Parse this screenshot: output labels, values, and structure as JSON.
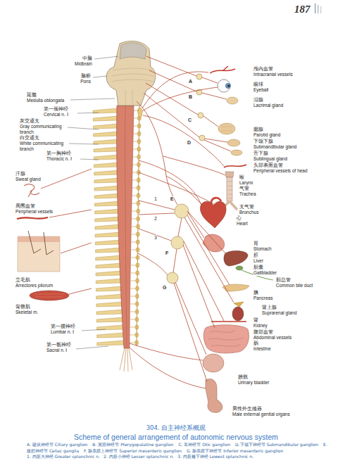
{
  "diagram": {
    "caption": "304. 自主神经系概观",
    "labels": [
      "187",
      "中脑",
      "Midbrain",
      "脑桥",
      "Pons",
      "延髓",
      "Medulla oblongata",
      "第一颈神经",
      "Cervical n. Ⅰ",
      "灰交通支",
      "Gray communicating branch",
      "白交通支",
      "White communicating branch",
      "第一胸神经",
      "Thoracic n. Ⅰ",
      "汗腺",
      "Sweat gland",
      "周围血管",
      "Peripheral vessels",
      "立毛肌",
      "Arrectores pilorum",
      "骨骼肌",
      "Skeletal m.",
      "第一腰神经",
      "Lumbar n. Ⅰ",
      "第一骶神经",
      "Sacral n. Ⅰ",
      "颅内血管",
      "Intracranial vessels",
      "眼球",
      "Eyeball",
      "泪腺",
      "Lacrimal gland",
      "腮腺",
      "Parotid gland",
      "下颌下腺",
      "Submandibular gland",
      "舌下腺",
      "Sublingual gland",
      "头部表面血管",
      "Peripheral vessels of head",
      "喉",
      "Larynx",
      "气管",
      "Trachea",
      "支气管",
      "Bronchus",
      "心",
      "Heart",
      "胃",
      "Stomach",
      "肝",
      "Liver",
      "胆囊",
      "Gallbladder",
      "胆总管",
      "Common bile duct",
      "胰",
      "Pancreas",
      "肾上腺",
      "Suprarenal gland",
      "肾",
      "Kidney",
      "腹部血管",
      "Abdominal vessels",
      "肠",
      "Intestine",
      "膀胱",
      "Urinary bladder",
      "男性外生殖器",
      "Male external genital organs",
      "A",
      "B",
      "C",
      "D",
      "E",
      "F",
      "G",
      "1",
      "2",
      "3",
      "Scheme of general arrangement of autonomic nervous system",
      "A. 睫状神经节 Ciliary ganglion",
      "B. 翼腭神经节 Pterygopalatine ganglion",
      "C. 耳神经节 Otic ganglion",
      "D.下颌下神经节 Submandibular ganglion",
      "E. 腹腔神经节 Celiac ganglia",
      "F. 肠系膜上神经节 Superior mesenteric ganglion",
      "G. 肠系膜下神经节 Inferior mesenteric ganglion",
      "1. 内脏大神经 Greater splanchnic n.",
      "2. 内脏小神经 Lesser splanchnic n.",
      "3. 内脏最下神经 Lowest splanchnic n."
    ]
  }
}
